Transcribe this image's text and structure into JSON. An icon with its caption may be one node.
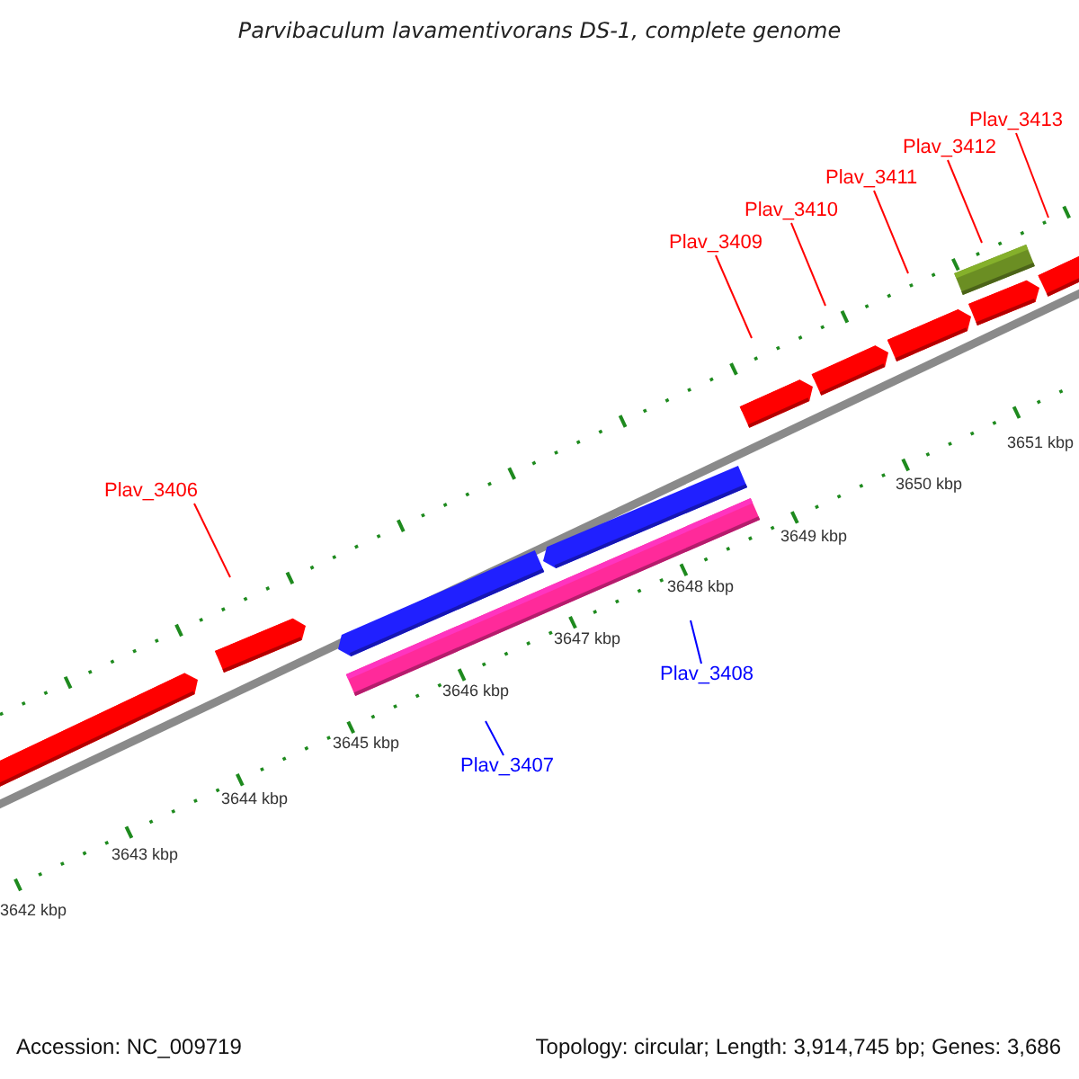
{
  "diagram": {
    "title": "Parvibaculum lavamentivorans DS-1, complete genome",
    "nodes": [
      {
        "text": [
          "Plav_3406"
        ]
      },
      {
        "text": [
          "Plav_3407"
        ]
      },
      {
        "text": [
          "Plav_3408"
        ]
      },
      {
        "text": [
          "Plav_3409"
        ]
      },
      {
        "text": [
          "Plav_3410"
        ]
      },
      {
        "text": [
          "Plav_3411"
        ]
      },
      {
        "text": [
          "Plav_3412"
        ]
      },
      {
        "text": [
          "Plav_3413"
        ]
      }
    ],
    "edges": [
      {
        "from": 0,
        "to": null,
        "arrow": "none"
      },
      {
        "from": 1,
        "to": null,
        "arrow": "none",
        "color": "#0000ff"
      },
      {
        "from": 2,
        "to": null,
        "arrow": "none",
        "color": "#0000ff"
      },
      {
        "from": 3,
        "to": null,
        "arrow": "none"
      },
      {
        "from": 4,
        "to": null,
        "arrow": "none"
      },
      {
        "from": 5,
        "to": null,
        "arrow": "none"
      },
      {
        "from": 6,
        "to": null,
        "arrow": "none"
      },
      {
        "from": 7,
        "to": null,
        "arrow": "none"
      }
    ],
    "labels": [
      "3651 kbp",
      "3650 kbp",
      "3649 kbp",
      "3648 kbp",
      "3647 kbp",
      "3646 kbp",
      "3645 kbp",
      "3644 kbp",
      "3643 kbp",
      "3642 kbp",
      "Accession: NC_009719",
      "Topology: circular; Length: 3,914,745 bp; Genes: 3,686"
    ]
  }
}
